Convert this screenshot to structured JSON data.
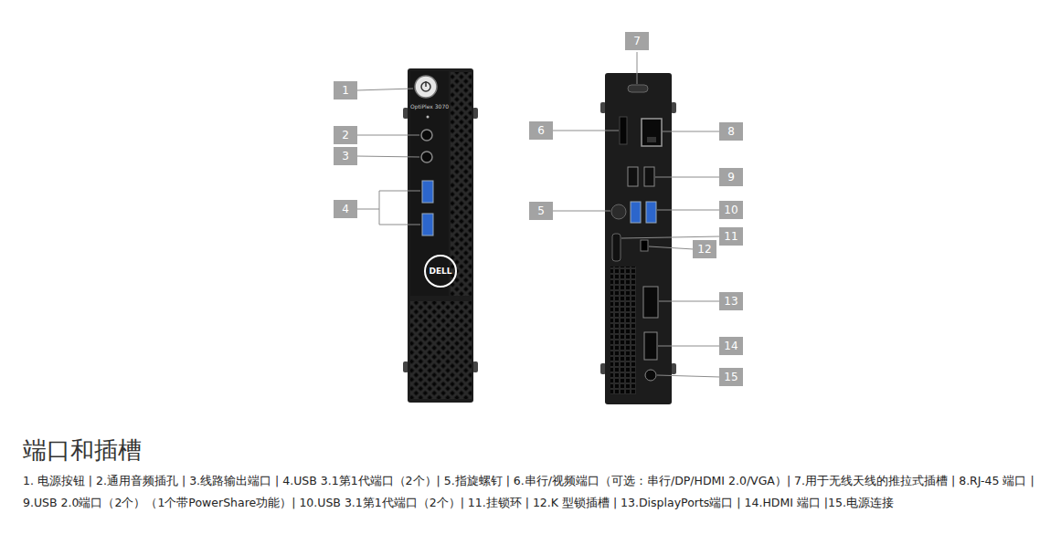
{
  "diagram": {
    "title": "端口和插槽",
    "caption": "1. 电源按钮 | 2.通用音频插孔 | 3.线路输出端口 | 4.USB 3.1第1代端口（2个）| 5.指旋螺钉 | 6.串行/视频端口（可选：串行/DP/HDMI 2.0/VGA）| 7.用于无线天线的推拉式插槽 | 8.RJ-45 端口 | 9.USB 2.0端口（2个）（1个带PowerShare功能）| 10.USB 3.1第1代端口（2个）| 11.挂锁环 | 12.K 型锁插槽 | 13.DisplayPorts端口 | 14.HDMI 端口 |15.电源连接",
    "labels": [
      "1",
      "2",
      "3",
      "4",
      "5",
      "6",
      "7",
      "8",
      "9",
      "10",
      "11",
      "12",
      "13",
      "14",
      "15",
      "OptiPlex 3070",
      "DELL"
    ]
  }
}
